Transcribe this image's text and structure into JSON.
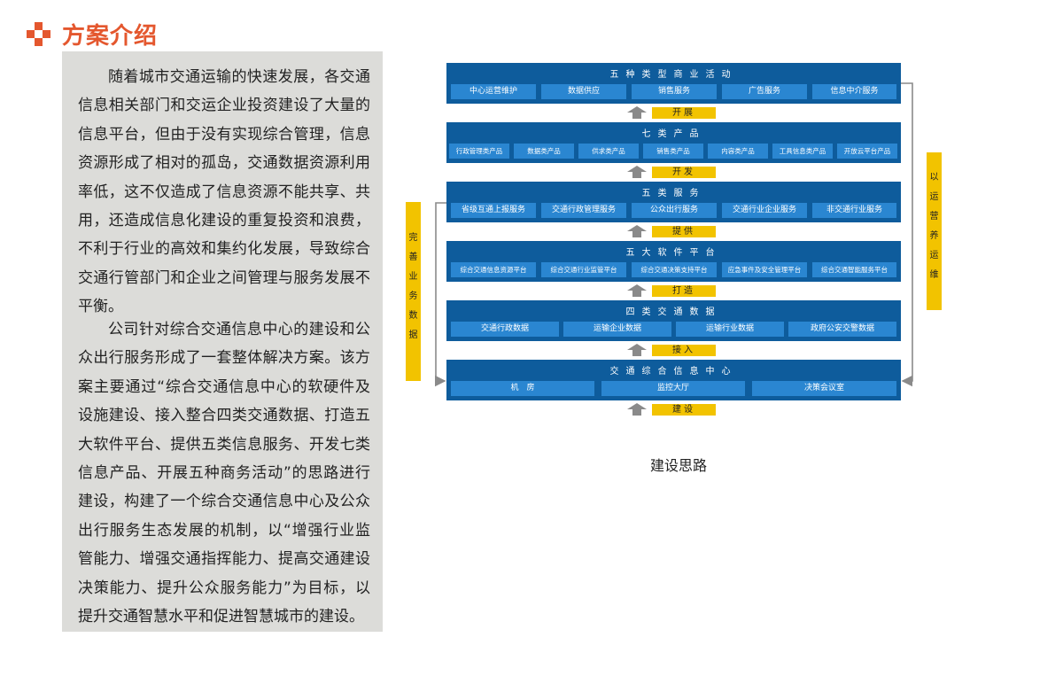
{
  "heading": {
    "title": "方案介绍"
  },
  "text": {
    "para1": "随着城市交通运输的快速发展，各交通信息相关部门和交运企业投资建设了大量的信息平台，但由于没有实现综合管理，信息资源形成了相对的孤岛，交通数据资源利用率低，这不仅造成了信息资源不能共享、共用，还造成信息化建设的重复投资和浪费，不利于行业的高效和集约化发展，导致综合交通行管部门和企业之间管理与服务发展不平衡。",
    "para2": "公司针对综合交通信息中心的建设和公众出行服务形成了一套整体解决方案。该方案主要通过“综合交通信息中心的软硬件及设施建设、接入整合四类交通数据、打造五大软件平台、提供五类信息服务、开发七类信息产品、开展五种商务活动”的思路进行建设，构建了一个综合交通信息中心及公众出行服务生态发展的机制，以“增强行业监管能力、增强交通指挥能力、提高交通建设决策能力、提升公众服务能力”为目标，以提升交通智慧水平和促进智慧城市的建设。"
  },
  "diagram": {
    "caption": "建设思路",
    "left_side_label": "完善业务数据",
    "right_side_label": "以运营养运维",
    "layers": [
      {
        "title": "五种类型商业活动",
        "items": [
          "中心运营维护",
          "数据供应",
          "销售服务",
          "广告服务",
          "信息中介服务"
        ]
      },
      {
        "title": "七类产品",
        "items": [
          "行政管理类产品",
          "数据类产品",
          "供求类产品",
          "销售类产品",
          "内容类产品",
          "工具信息类产品",
          "开放云平台产品"
        ]
      },
      {
        "title": "五类服务",
        "items": [
          "省级互通上报服务",
          "交通行政管理服务",
          "公众出行服务",
          "交通行业企业服务",
          "非交通行业服务"
        ]
      },
      {
        "title": "五大软件平台",
        "items": [
          "综合交通信息资源平台",
          "综合交通行业监管平台",
          "综合交通决策支持平台",
          "应急事件及安全管理平台",
          "综合交通智能服务平台"
        ]
      },
      {
        "title": "四类交通数据",
        "items": [
          "交通行政数据",
          "运输企业数据",
          "运输行业数据",
          "政府公安交警数据"
        ]
      },
      {
        "title": "交通综合信息中心",
        "items": [
          "机　房",
          "监控大厅",
          "决策会议室"
        ]
      }
    ],
    "connectors": [
      "开展",
      "开发",
      "提供",
      "打造",
      "接入",
      "建设"
    ]
  }
}
